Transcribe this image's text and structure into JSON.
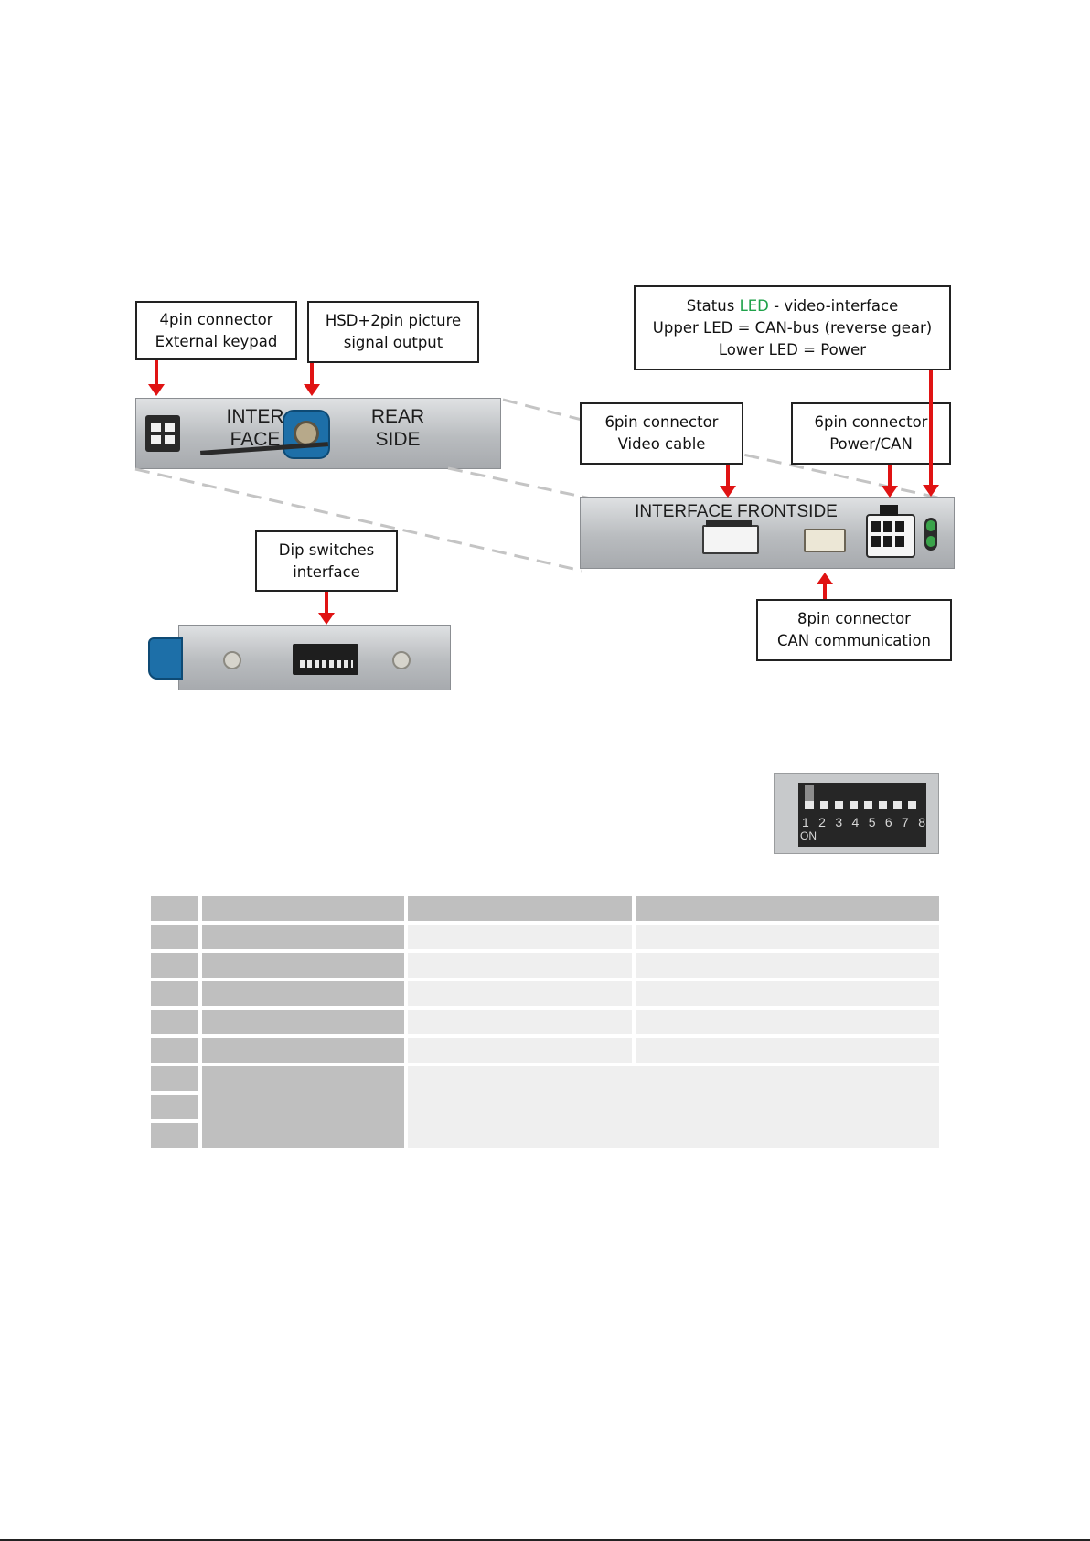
{
  "callouts": {
    "keypad": [
      "4pin connector",
      "External keypad"
    ],
    "hsd": [
      "HSD+2pin picture",
      "signal output"
    ],
    "status_led": {
      "line1_pre": "Status ",
      "line1_led": "LED",
      "line1_post": " - video-interface",
      "line2": "Upper LED = CAN-bus (reverse gear)",
      "line3": "Lower LED = Power"
    },
    "video": [
      "6pin connector",
      "Video cable"
    ],
    "power": [
      "6pin connector",
      "Power/CAN"
    ],
    "dip": [
      "Dip switches",
      "interface"
    ],
    "can": [
      "8pin connector",
      "CAN communication"
    ]
  },
  "device_labels": {
    "rear_left": [
      "INTER",
      "FACE"
    ],
    "rear_right": [
      "REAR",
      "SIDE"
    ],
    "front": "INTERFACE FRONTSIDE"
  },
  "dip_closeup": {
    "top_label": "ON",
    "numbers": [
      "1",
      "2",
      "3",
      "4",
      "5",
      "6",
      "7",
      "8"
    ],
    "on_label": "ON"
  },
  "colors": {
    "arrow": "#e01313",
    "led_text": "#1fa24a",
    "table_header": "#bfbfbf",
    "table_cell": "#efefef"
  }
}
